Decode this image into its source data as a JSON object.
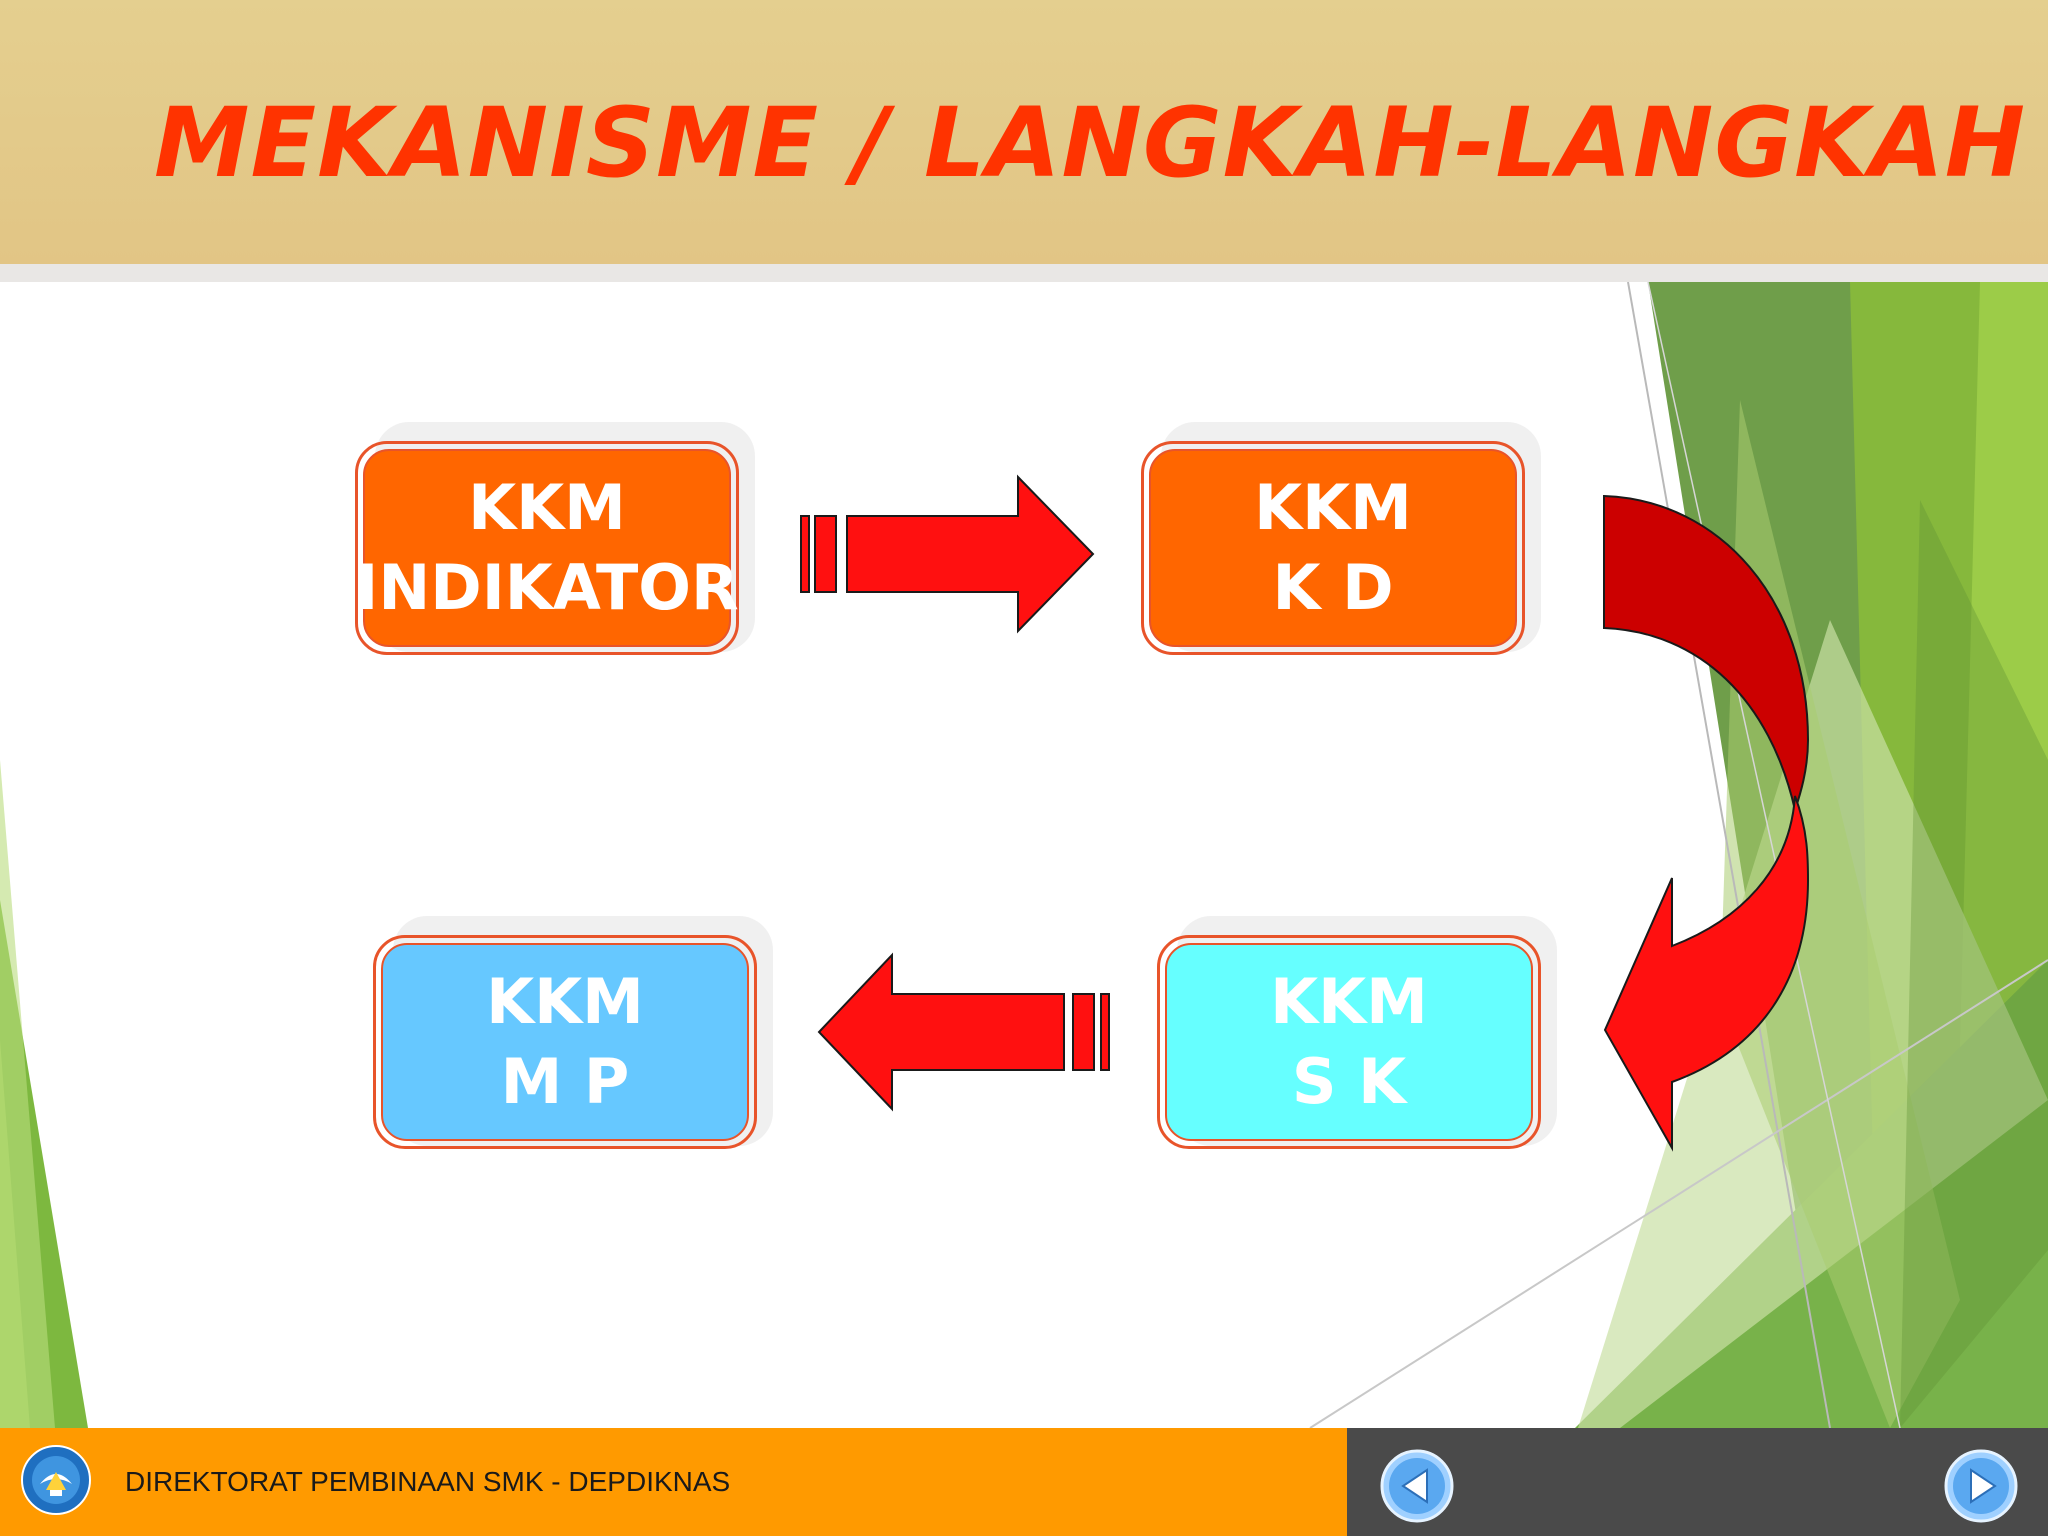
{
  "slide": {
    "title": "MEKANISME / LANGKAH-LANGKAH :"
  },
  "nodes": [
    {
      "id": "indikator",
      "line1": "KKM",
      "line2": "INDIKATOR",
      "fill": "#ff6600"
    },
    {
      "id": "kd",
      "line1": "KKM",
      "line2": "K D",
      "fill": "#ff6600"
    },
    {
      "id": "sk",
      "line1": "KKM",
      "line2": "S K",
      "fill": "#66ffff"
    },
    {
      "id": "mp",
      "line1": "KKM",
      "line2": "M P",
      "fill": "#66c8ff"
    }
  ],
  "edges": [
    {
      "from": "indikator",
      "to": "kd",
      "style": "striped-block-arrow"
    },
    {
      "from": "kd",
      "to": "sk",
      "style": "curved-arrow"
    },
    {
      "from": "sk",
      "to": "mp",
      "style": "striped-block-arrow"
    }
  ],
  "colors": {
    "title_band": "#e3c98a",
    "title_text": "#ff3300",
    "arrow": "#ff1010",
    "arrow_dark": "#cc0000",
    "node_border": "#e8542a",
    "footer_left": "#ff9a00",
    "footer_right": "#4a4a4a",
    "green_dark": "#5e9e3c",
    "green_light": "#9bc83e"
  },
  "footer": {
    "text": "DIREKTORAT PEMBINAAN SMK - DEPDIKNAS",
    "logo_icon": "tut-wuri-handayani-logo",
    "prev_icon": "chevron-left-icon",
    "next_icon": "chevron-right-icon"
  }
}
